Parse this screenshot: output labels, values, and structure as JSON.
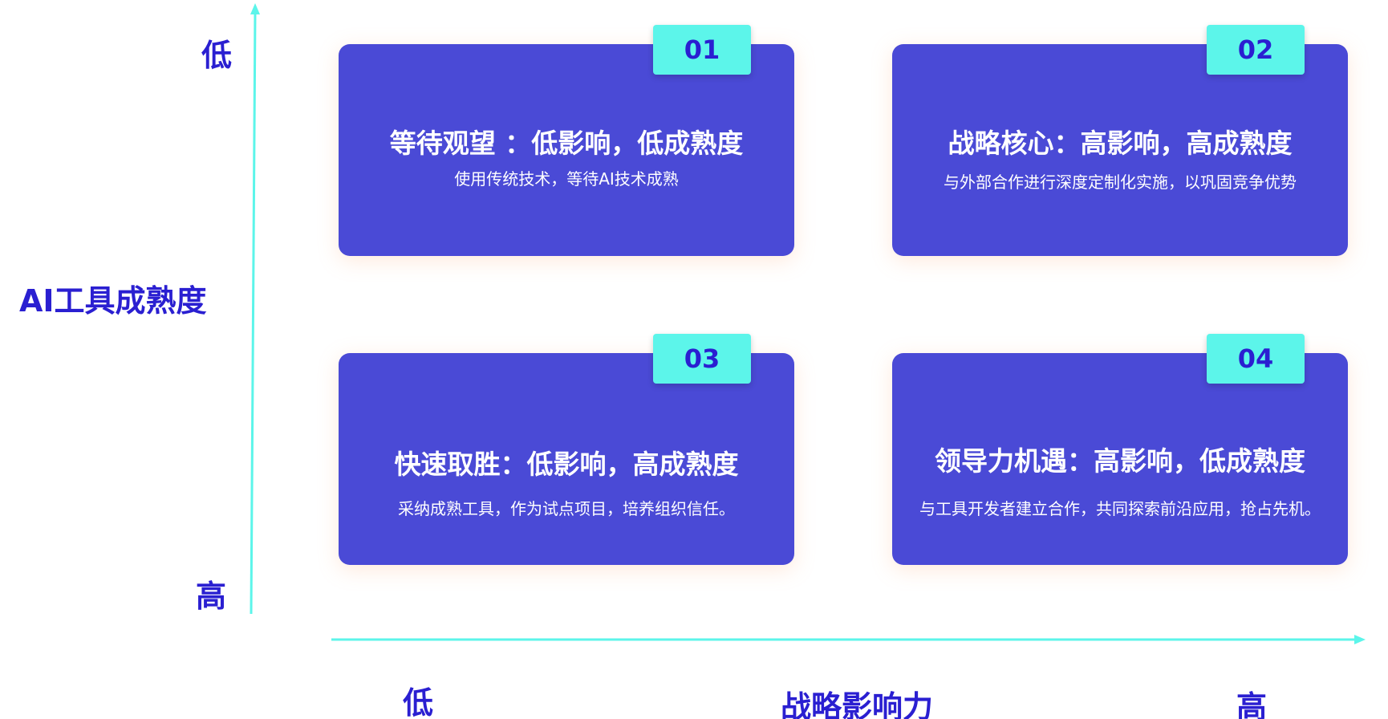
{
  "axes": {
    "y": {
      "title": "AI工具成熟度",
      "top_label": "低",
      "bottom_label": "高"
    },
    "x": {
      "title": "战略影响力",
      "left_label": "低",
      "right_label": "高"
    },
    "color": "#5cf5ea",
    "label_color": "#2a1fd1"
  },
  "quadrants": [
    {
      "number": "01",
      "heading": "等待观望 ：低影响，低成熟度",
      "description": "使用传统技术，等待AI技术成熟"
    },
    {
      "number": "02",
      "heading": "战略核心：高影响，高成熟度",
      "description": "与外部合作进行深度定制化实施，以巩固竞争优势"
    },
    {
      "number": "03",
      "heading": "快速取胜：低影响，高成熟度",
      "description": "采纳成熟工具，作为试点项目，培养组织信任。"
    },
    {
      "number": "04",
      "heading": "领导力机遇：高影响，低成熟度",
      "description": "与工具开发者建立合作，共同探索前沿应用，抢占先机。"
    }
  ],
  "colors": {
    "card_background": "#4a4ad6",
    "badge_background": "#5cf5ea",
    "badge_text": "#2a1fd1",
    "card_text": "#ffffff"
  }
}
